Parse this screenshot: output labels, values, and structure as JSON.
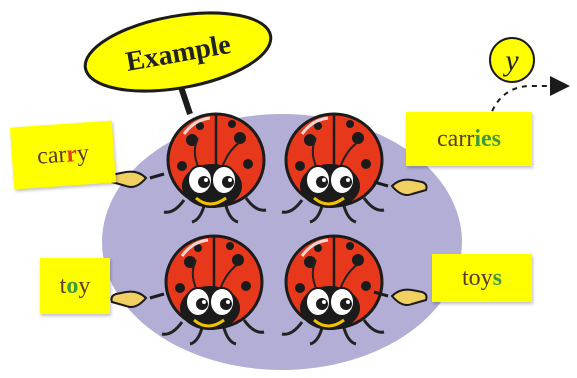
{
  "sign": {
    "label": "Example"
  },
  "removed_letter": "y",
  "words": {
    "carry": {
      "stem": "car",
      "highlight": "r",
      "tail": "y"
    },
    "carries": {
      "stem": "carr",
      "ending": "ies"
    },
    "toy": {
      "stem": "t",
      "highlight": "o",
      "tail": "y"
    },
    "toys": {
      "stem": "toy",
      "ending": "s"
    }
  },
  "colors": {
    "card_background": "#ffff00",
    "blob": "#b3aed6",
    "ladybug_shell": "#e8381c",
    "highlight_red": "#e23a1a",
    "highlight_green": "#3f9a3f"
  }
}
